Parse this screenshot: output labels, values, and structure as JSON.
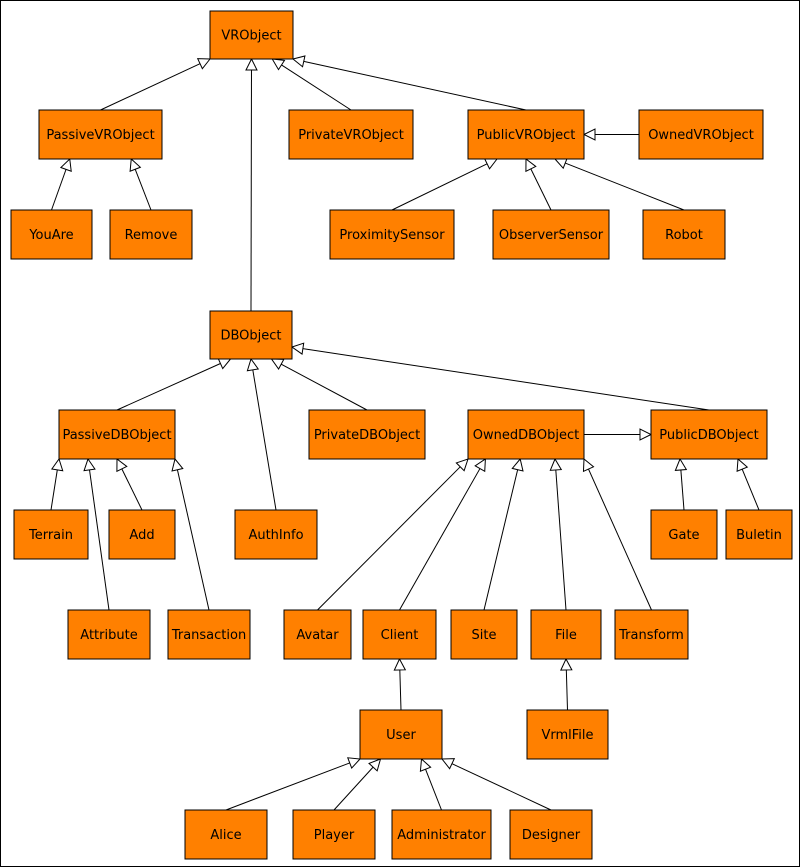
{
  "colors": {
    "node_fill": "#ff8000",
    "node_border": "#000000",
    "line": "#000000",
    "background": "#ffffff"
  },
  "nodes": {
    "vrobject": "VRObject",
    "passivevrobject": "PassiveVRObject",
    "privatevrobject": "PrivateVRObject",
    "publicvrobject": "PublicVRObject",
    "ownedvrobject": "OwnedVRObject",
    "youare": "YouAre",
    "remove": "Remove",
    "proximitysensor": "ProximitySensor",
    "observersensor": "ObserverSensor",
    "robot": "Robot",
    "dbobject": "DBObject",
    "passivedbobject": "PassiveDBObject",
    "privatedbobject": "PrivateDBObject",
    "owneddbobject": "OwnedDBObject",
    "publicdbobject": "PublicDBObject",
    "terrain": "Terrain",
    "add": "Add",
    "authinfo": "AuthInfo",
    "gate": "Gate",
    "buletin": "Buletin",
    "attribute": "Attribute",
    "transaction": "Transaction",
    "avatar": "Avatar",
    "client": "Client",
    "site": "Site",
    "file": "File",
    "transform": "Transform",
    "user": "User",
    "vrmlfile": "VrmlFile",
    "alice": "Alice",
    "player": "Player",
    "administrator": "Administrator",
    "designer": "Designer"
  },
  "edges": [
    {
      "from": "passivevrobject",
      "to": "vrobject"
    },
    {
      "from": "privatevrobject",
      "to": "vrobject"
    },
    {
      "from": "publicvrobject",
      "to": "vrobject"
    },
    {
      "from": "dbobject",
      "to": "vrobject"
    },
    {
      "from": "ownedvrobject",
      "to": "publicvrobject"
    },
    {
      "from": "youare",
      "to": "passivevrobject"
    },
    {
      "from": "remove",
      "to": "passivevrobject"
    },
    {
      "from": "proximitysensor",
      "to": "publicvrobject"
    },
    {
      "from": "observersensor",
      "to": "publicvrobject"
    },
    {
      "from": "robot",
      "to": "publicvrobject"
    },
    {
      "from": "passivedbobject",
      "to": "dbobject"
    },
    {
      "from": "authinfo",
      "to": "dbobject"
    },
    {
      "from": "privatedbobject",
      "to": "dbobject"
    },
    {
      "from": "publicdbobject",
      "to": "dbobject"
    },
    {
      "from": "owneddbobject",
      "to": "publicdbobject"
    },
    {
      "from": "terrain",
      "to": "passivedbobject"
    },
    {
      "from": "attribute",
      "to": "passivedbobject"
    },
    {
      "from": "add",
      "to": "passivedbobject"
    },
    {
      "from": "transaction",
      "to": "passivedbobject"
    },
    {
      "from": "gate",
      "to": "publicdbobject"
    },
    {
      "from": "buletin",
      "to": "publicdbobject"
    },
    {
      "from": "avatar",
      "to": "owneddbobject"
    },
    {
      "from": "client",
      "to": "owneddbobject"
    },
    {
      "from": "site",
      "to": "owneddbobject"
    },
    {
      "from": "file",
      "to": "owneddbobject"
    },
    {
      "from": "transform",
      "to": "owneddbobject"
    },
    {
      "from": "user",
      "to": "client"
    },
    {
      "from": "vrmlfile",
      "to": "file"
    },
    {
      "from": "alice",
      "to": "user"
    },
    {
      "from": "player",
      "to": "user"
    },
    {
      "from": "administrator",
      "to": "user"
    },
    {
      "from": "designer",
      "to": "user"
    }
  ]
}
